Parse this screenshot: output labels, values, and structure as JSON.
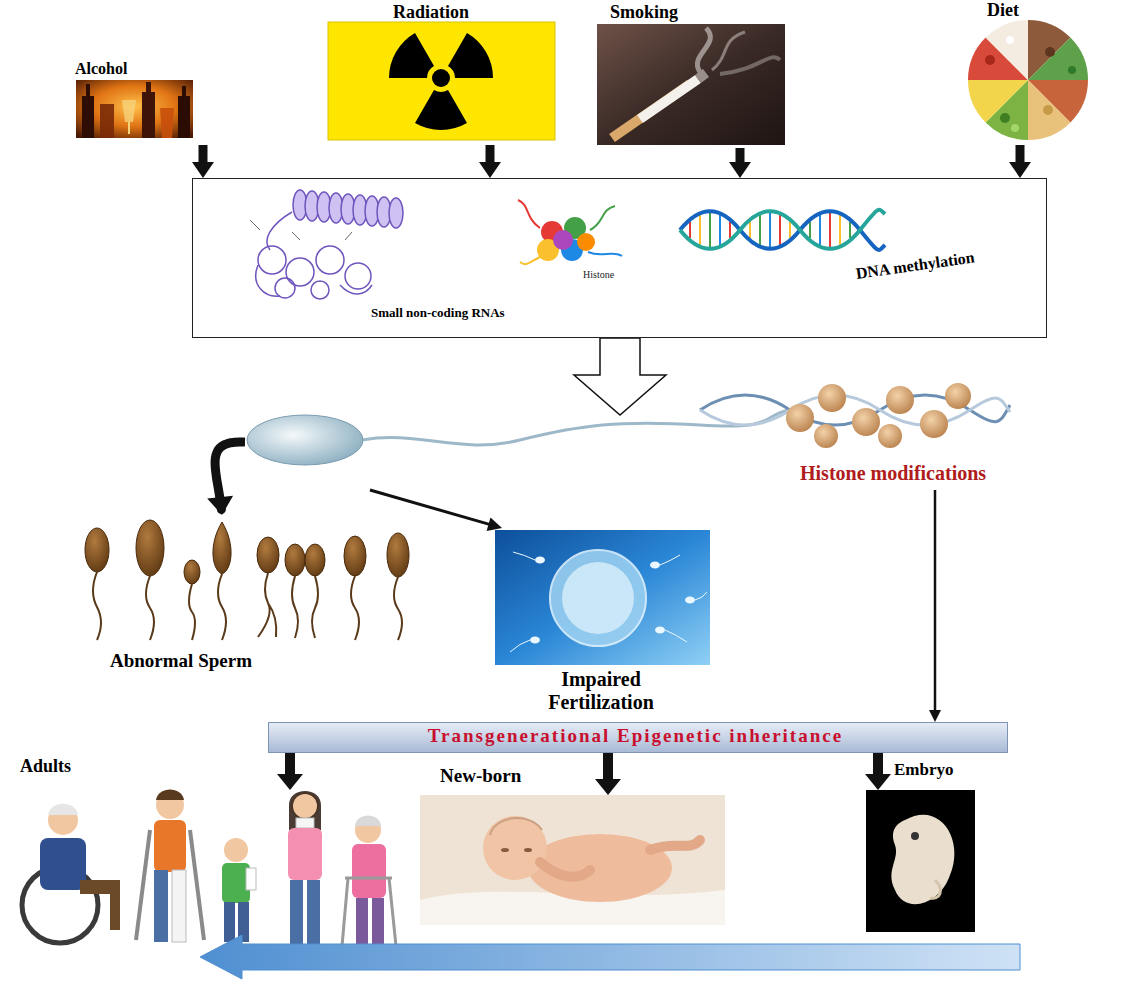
{
  "diagram": {
    "nodes": [
      {
        "text": [
          "Alcohol"
        ]
      },
      {
        "text": [
          "Radiation"
        ]
      },
      {
        "text": [
          "Smoking"
        ]
      },
      {
        "text": [
          "Diet"
        ]
      },
      {
        "text": [
          "Small non-coding RNAs",
          "Histone",
          "DNA methylation"
        ]
      },
      {
        "text": [
          "Histone modifications"
        ]
      },
      {
        "text": [
          "Abnormal Sperm"
        ]
      },
      {
        "text": [
          "Impaired Fertilization"
        ]
      },
      {
        "text": [
          "Transgenerational Epigenetic inheritance"
        ]
      },
      {
        "text": [
          "Adults"
        ]
      },
      {
        "text": [
          "New-born"
        ]
      },
      {
        "text": [
          "Embryo"
        ]
      }
    ],
    "edges": [
      {
        "from": 0,
        "to": 4,
        "arrow": "to"
      },
      {
        "from": 1,
        "to": 4,
        "arrow": "to"
      },
      {
        "from": 2,
        "to": 4,
        "arrow": "to"
      },
      {
        "from": 3,
        "to": 4,
        "arrow": "to"
      },
      {
        "from": 4,
        "to": 5,
        "arrow": "to"
      },
      {
        "from": 5,
        "to": 6,
        "arrow": "to"
      },
      {
        "from": 5,
        "to": 7,
        "arrow": "to"
      },
      {
        "from": 5,
        "to": 8,
        "arrow": "to"
      },
      {
        "from": 8,
        "to": 9,
        "arrow": "to"
      },
      {
        "from": 8,
        "to": 10,
        "arrow": "to"
      },
      {
        "from": 8,
        "to": 11,
        "arrow": "to"
      },
      {
        "from": 11,
        "to": 9,
        "arrow": "to"
      }
    ]
  }
}
